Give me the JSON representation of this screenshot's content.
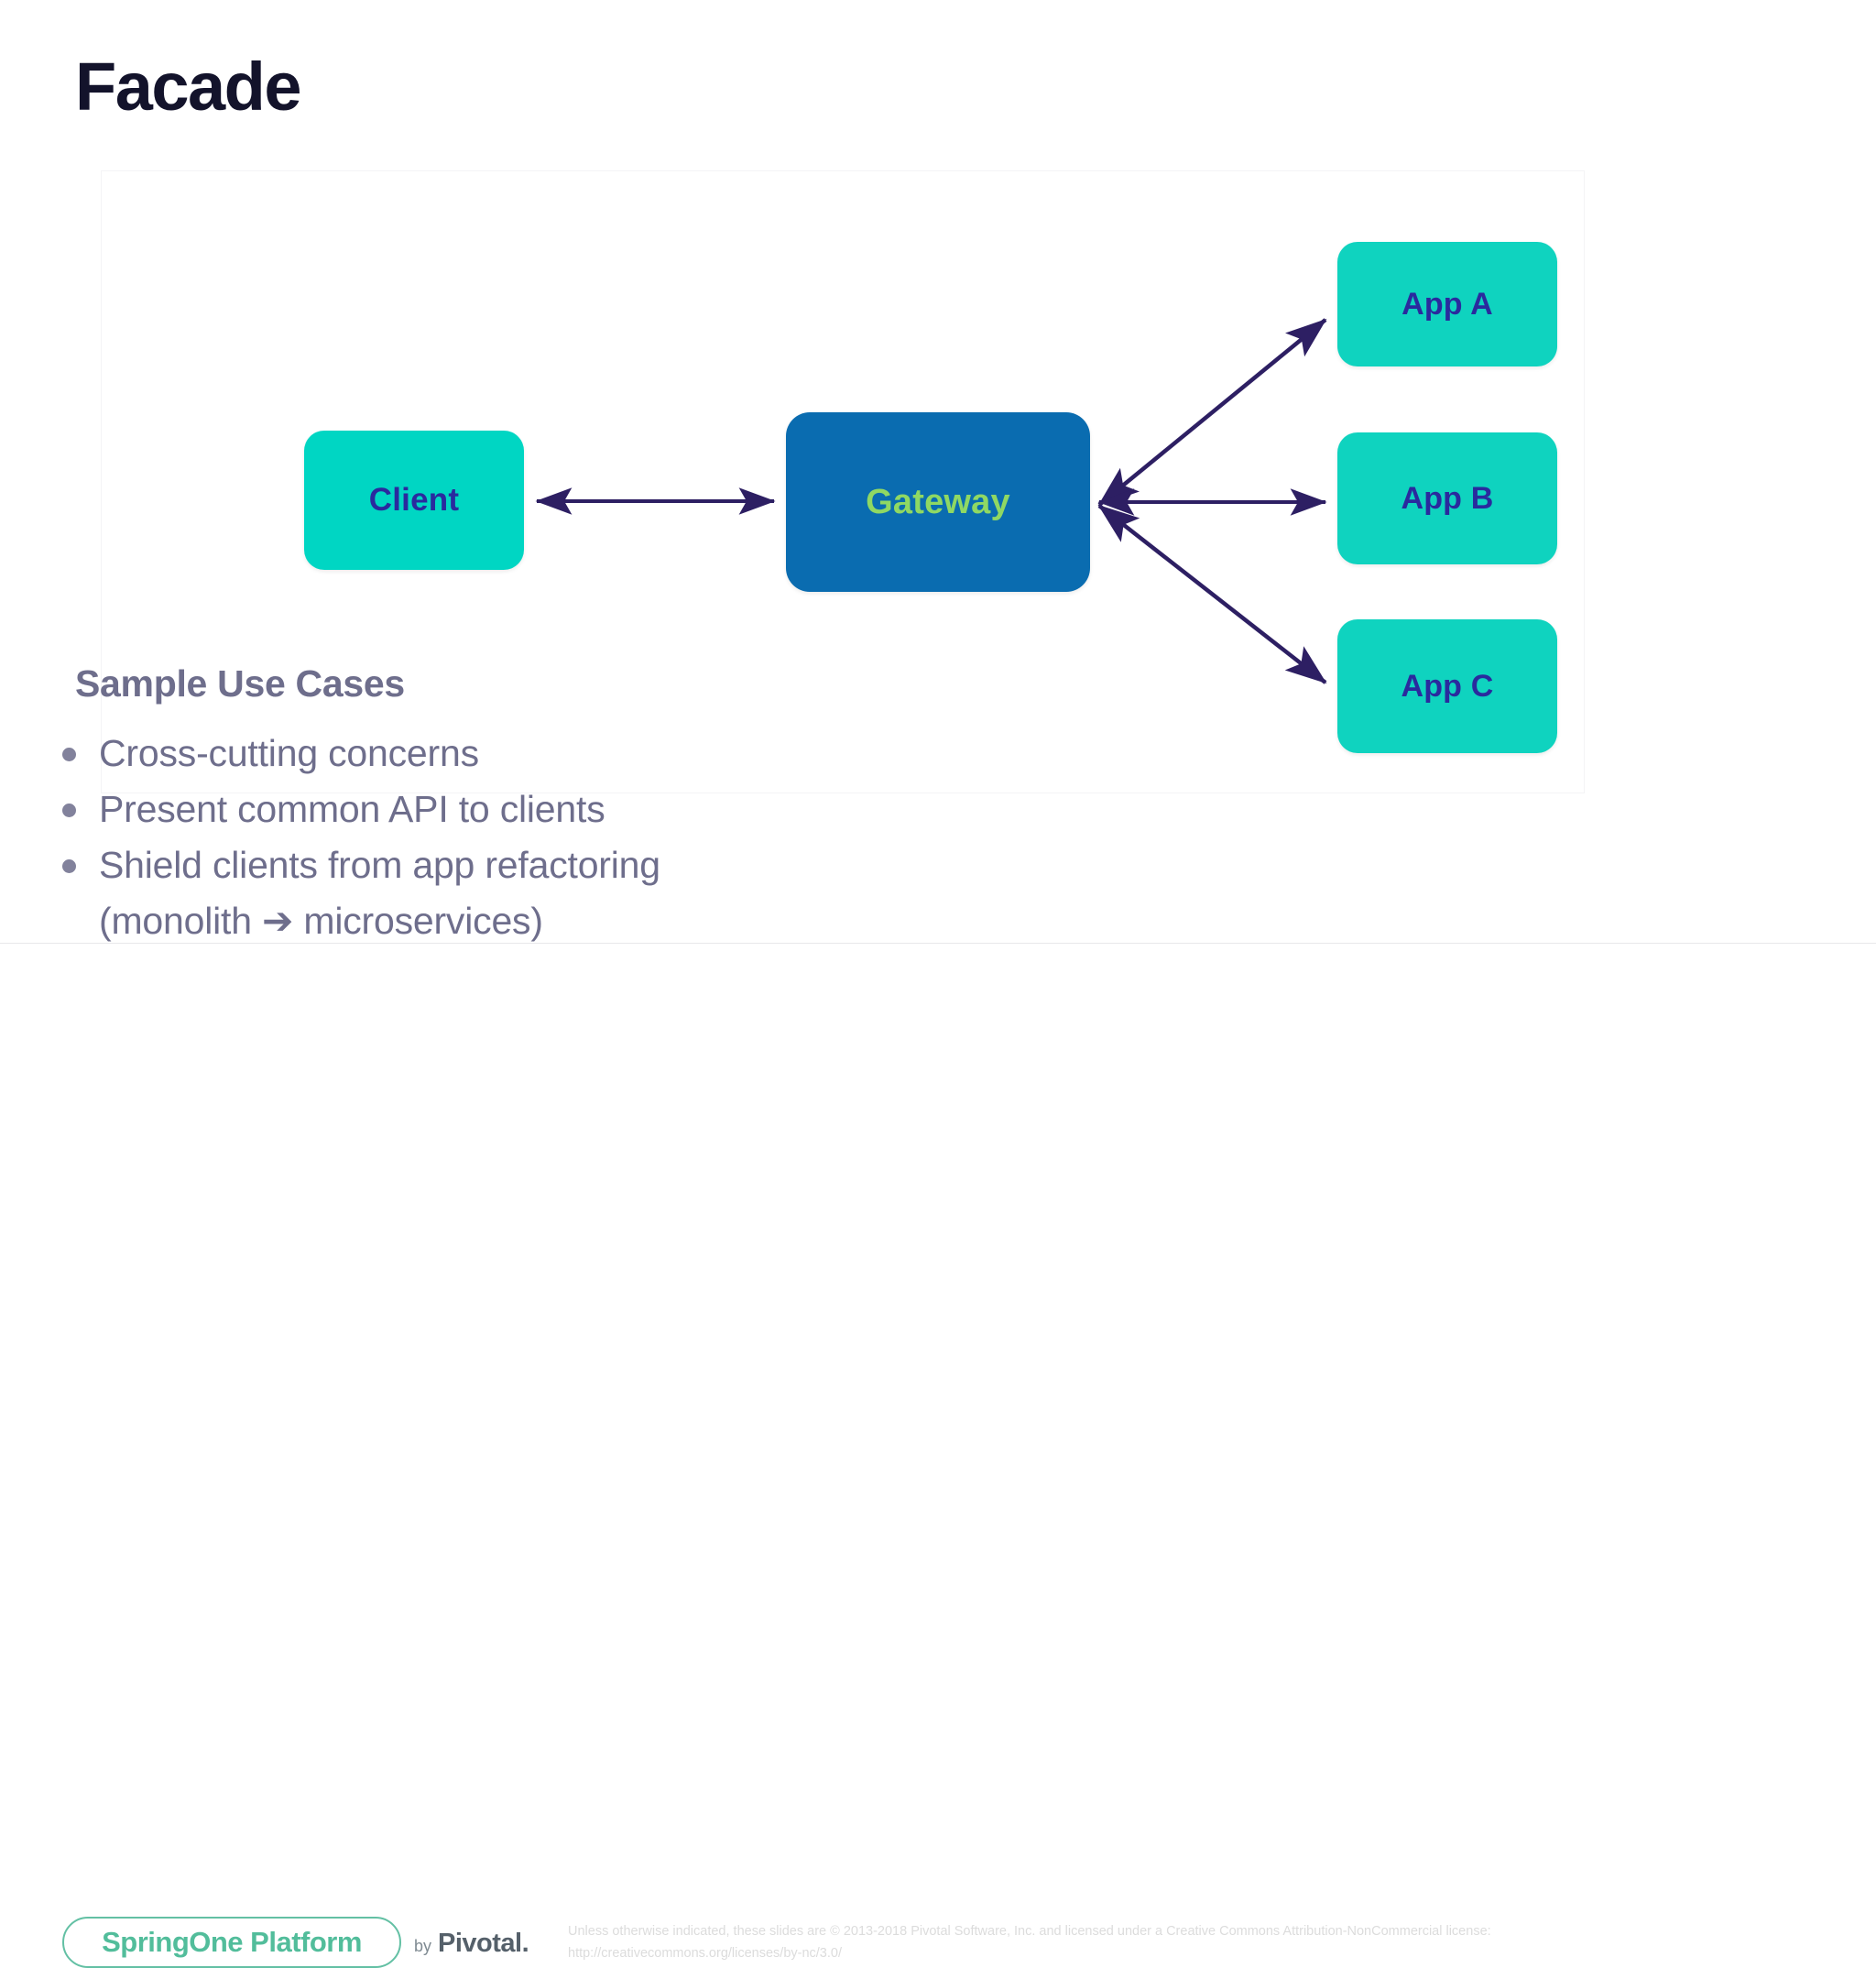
{
  "slide": {
    "title": "Facade"
  },
  "diagram": {
    "nodes": [
      {
        "id": "client",
        "label": "Client",
        "fill": "#00d6c3",
        "text_color": "#2a2a9e"
      },
      {
        "id": "gateway",
        "label": "Gateway",
        "fill": "#0a6cb0",
        "text_color": "#8fd863"
      },
      {
        "id": "app_a",
        "label": "App A",
        "fill": "#0fd3bf",
        "text_color": "#2a2a9e"
      },
      {
        "id": "app_b",
        "label": "App B",
        "fill": "#0fd3bf",
        "text_color": "#2a2a9e"
      },
      {
        "id": "app_c",
        "label": "App C",
        "fill": "#0fd3bf",
        "text_color": "#2a2a9e"
      }
    ],
    "connector_color": "#2d1f63",
    "connectors": [
      {
        "from": "client",
        "to": "gateway",
        "style": "double-arrow"
      },
      {
        "from": "gateway",
        "to": "app_a",
        "style": "double-arrow"
      },
      {
        "from": "gateway",
        "to": "app_b",
        "style": "double-arrow"
      },
      {
        "from": "gateway",
        "to": "app_c",
        "style": "double-arrow"
      }
    ]
  },
  "use_cases": {
    "heading": "Sample Use Cases",
    "items": [
      {
        "text": "Cross-cutting concerns",
        "continuation": ""
      },
      {
        "text": "Present common API to clients",
        "continuation": ""
      },
      {
        "text": "Shield clients from app refactoring",
        "continuation": "(monolith ➔ microservices)"
      }
    ]
  },
  "footer": {
    "logo_text": "SpringOne Platform",
    "by_word": "by",
    "pivotal_word": "Pivotal.",
    "legal_line_1": "Unless otherwise indicated, these slides are © 2013-2018 Pivotal Software, Inc. and licensed under a Creative Commons Attribution-NonCommercial license:",
    "legal_line_2": "http://creativecommons.org/licenses/by-nc/3.0/"
  },
  "colors": {
    "title": "#13132b",
    "teal": "#0fd3bf",
    "blue": "#0a6cb0",
    "green_text": "#8fd863",
    "indigo_text": "#2a2a9e",
    "body_gray": "#6e6e8c",
    "brand_green": "#52bd9b"
  }
}
